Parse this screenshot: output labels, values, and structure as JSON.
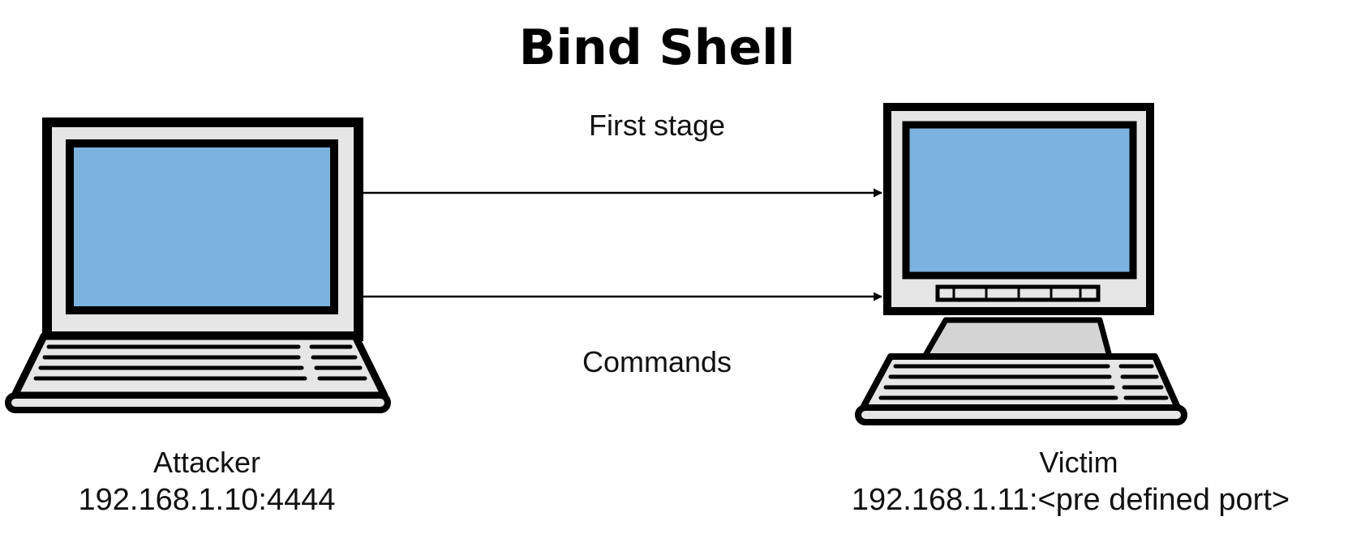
{
  "title": "Bind Shell",
  "connections": [
    {
      "label": "First stage"
    },
    {
      "label": "Commands"
    }
  ],
  "attacker": {
    "name": "Attacker",
    "address": "192.168.1.10:4444",
    "icon": "laptop-icon"
  },
  "victim": {
    "name": "Victim",
    "address": "192.168.1.11:<pre defined port>",
    "icon": "desktop-computer-icon"
  },
  "colors": {
    "screen": "#7CB2DF",
    "device_body": "#E6E6E6",
    "outline": "#000000",
    "stand": "#D4D4D4"
  }
}
